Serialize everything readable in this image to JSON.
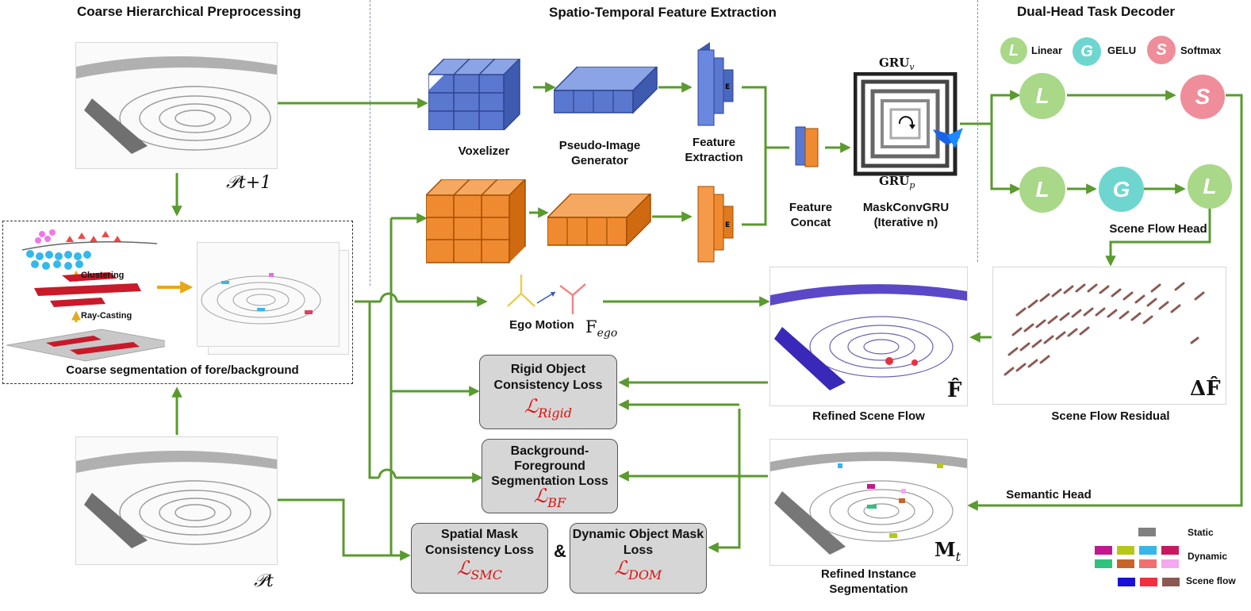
{
  "sections": {
    "left": "Coarse Hierarchical Preprocessing",
    "middle": "Spatio-Temporal Feature Extraction",
    "right": "Dual-Head Task Decoder"
  },
  "preprocess": {
    "p_next": "𝒫t+1",
    "p_t": "𝒫t",
    "clustering": "Clustering",
    "raycasting": "Ray-Casting",
    "caption": "Coarse segmentation of fore/background"
  },
  "feature": {
    "voxelizer": "Voxelizer",
    "pseudo_image": "Pseudo-Image Generator",
    "feature_extraction": "Feature Extraction",
    "feature_concat": "Feature Concat",
    "gru_v": "GRU",
    "gru_v_sub": "v",
    "gru_p": "GRU",
    "gru_p_sub": "p",
    "maskconvgru": "MaskConvGRU",
    "iterative": "(Iterative n)",
    "ego_motion": "Ego Motion",
    "f_ego": "F",
    "f_ego_sub": "ego"
  },
  "decoder": {
    "legend_linear": "Linear",
    "legend_gelu": "GELU",
    "legend_softmax": "Softmax",
    "letter_l": "L",
    "letter_g": "G",
    "letter_s": "S",
    "scene_flow_head": "Scene Flow Head",
    "semantic_head": "Semantic Head",
    "scene_flow_residual": "Scene Flow Residual",
    "delta_f": "ΔF̂",
    "refined_flow": "Refined Scene Flow",
    "f_hat": "F̂",
    "refined_instance": "Refined Instance Segmentation",
    "m_t": "M",
    "m_t_sub": "t"
  },
  "losses": {
    "rigid_title": "Rigid Object Consistency Loss",
    "rigid_sym": "ℒ",
    "rigid_sub": "Rigid",
    "bf_title": "Background-Foreground Segmentation Loss",
    "bf_sym": "ℒ",
    "bf_sub": "BF",
    "smc_title": "Spatial Mask Consistency Loss",
    "smc_sym": "ℒ",
    "smc_sub": "SMC",
    "dom_title": "Dynamic Object Mask Loss",
    "dom_sym": "ℒ",
    "dom_sub": "DOM",
    "amp": "&"
  },
  "legend": {
    "static": "Static",
    "dynamic": "Dynamic",
    "scene_flow": "Scene flow",
    "static_color": "#808080",
    "dynamic_colors": [
      "#c2188f",
      "#b6c71a",
      "#39b5e8",
      "#c81860",
      "#2ec27e",
      "#c8642a",
      "#f07070",
      "#f4a8f0"
    ],
    "flow_colors": [
      "#1a10d8",
      "#f03040",
      "#8a5a52"
    ]
  },
  "colors": {
    "arrow": "#5a9a2e",
    "blue": "#5a78d0",
    "orange": "#f08a30",
    "linear": "#a8d888",
    "gelu": "#6ed6cf",
    "softmax": "#ef8d9a",
    "loss_red": "#e01010"
  }
}
